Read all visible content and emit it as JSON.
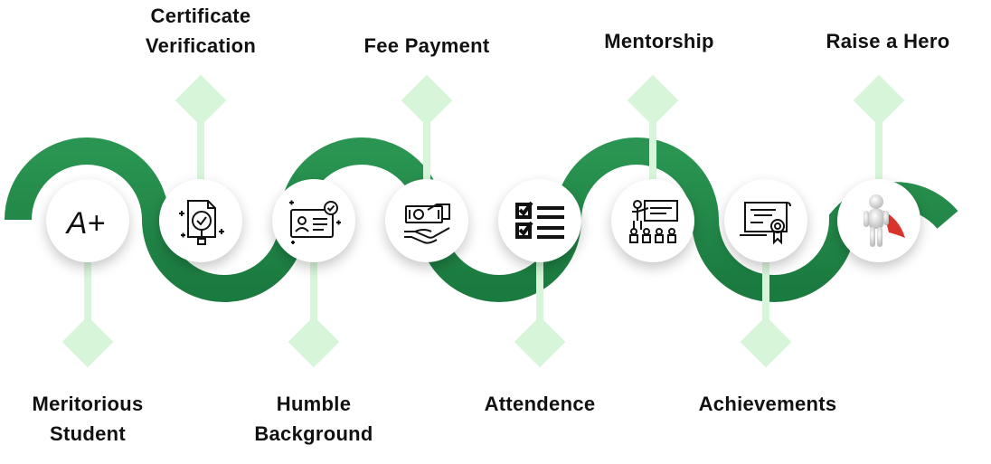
{
  "colors": {
    "wave": "#21894a",
    "wave_dark": "#176b37",
    "connector": "#d7f5d9",
    "text": "#111111"
  },
  "steps": [
    {
      "lines": [
        "Meritorious",
        "Student"
      ],
      "icon": "a-plus-grade-icon"
    },
    {
      "lines": [
        "Certificate",
        "Verification"
      ],
      "icon": "document-magnifier-icon"
    },
    {
      "lines": [
        "Humble",
        "Background"
      ],
      "icon": "id-card-icon"
    },
    {
      "lines": [
        "Fee Payment"
      ],
      "icon": "money-hand-icon"
    },
    {
      "lines": [
        "Attendence"
      ],
      "icon": "checklist-icon"
    },
    {
      "lines": [
        "Mentorship"
      ],
      "icon": "classroom-presentation-icon"
    },
    {
      "lines": [
        "Achievements"
      ],
      "icon": "certificate-award-icon"
    },
    {
      "lines": [
        "Raise a Hero"
      ],
      "icon": "superhero-figure-icon"
    }
  ],
  "icon_text": {
    "grade": "A+"
  }
}
